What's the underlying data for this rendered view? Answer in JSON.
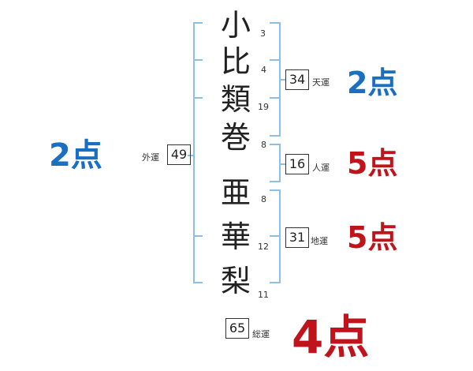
{
  "characters": [
    {
      "char": "小",
      "strokes": "3"
    },
    {
      "char": "比",
      "strokes": "4"
    },
    {
      "char": "類",
      "strokes": "19"
    },
    {
      "char": "巻",
      "strokes": "8"
    },
    {
      "char": "亜",
      "strokes": "8"
    },
    {
      "char": "華",
      "strokes": "12"
    },
    {
      "char": "梨",
      "strokes": "11"
    }
  ],
  "fortunes": {
    "tenun": {
      "label": "天運",
      "value": "34",
      "score": "2点",
      "color": "#1a6fc0"
    },
    "jinun": {
      "label": "人運",
      "value": "16",
      "score": "5点",
      "color": "#c0141c"
    },
    "chiun": {
      "label": "地運",
      "value": "31",
      "score": "5点",
      "color": "#c0141c"
    },
    "gaiun": {
      "label": "外運",
      "value": "49",
      "score": "2点",
      "color": "#1a6fc0"
    },
    "souun": {
      "label": "総運",
      "value": "65",
      "score": "4点",
      "color": "#c0141c"
    }
  }
}
